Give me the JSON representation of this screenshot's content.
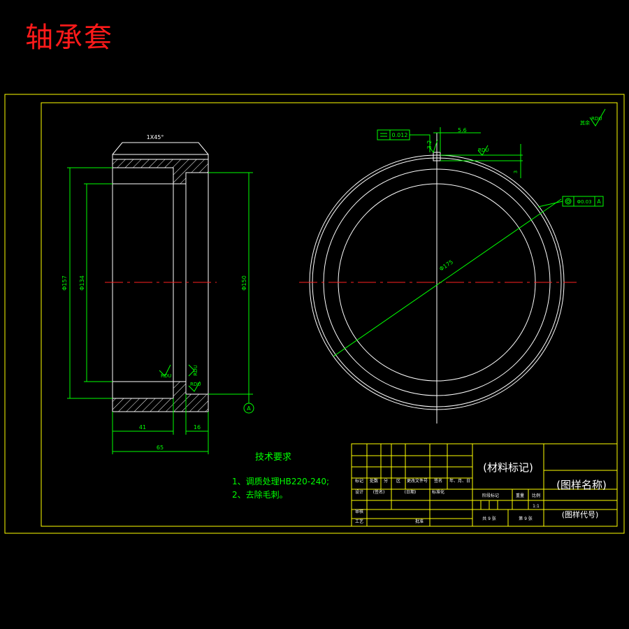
{
  "title": "轴承套",
  "colors": {
    "frame": "#ffff00",
    "outline": "#ffffff",
    "dimension": "#00ff00",
    "centerline": "#ff2020",
    "title": "#ff1a1a"
  },
  "section_view": {
    "chamfer": "1X45°",
    "dims": {
      "outer_dia": "Φ157",
      "inner_dia": "Φ134",
      "bore_dia": "Φ150",
      "length_41": "41",
      "length_16": "16",
      "length_65": "65"
    },
    "roughness": [
      "RDU",
      "RDU",
      "RDU"
    ],
    "datum": "A"
  },
  "circle_view": {
    "flatness": "0.012",
    "coaxiality": "Φ0.03",
    "datum": "A",
    "dims": {
      "dia": "Φ175",
      "slot_width": "5.6",
      "slot_depth": "3.2",
      "depth2": "3"
    },
    "roughness": [
      "RDU"
    ],
    "other_label": "其余",
    "other_roughness": "RDU"
  },
  "tech_requirements": {
    "heading": "技术要求",
    "items": [
      "1、调质处理HB220-240;",
      "2、去除毛刺。"
    ]
  },
  "title_block": {
    "material": "(材料标记)",
    "drawing_name": "(图样名称)",
    "drawing_code": "(图样代号)",
    "row_labels": [
      "标记",
      "处数",
      "分",
      "区",
      "更改文件号",
      "签名",
      "年、月、日"
    ],
    "design": "设计",
    "signature": "(签名)",
    "date": "(日期)",
    "standardization": "标准化",
    "stage_mark": "阶段标记",
    "weight": "重量",
    "scale": "比例",
    "scale_value": "1:1",
    "review": "审核",
    "process": "工艺",
    "approve": "批准",
    "sheets_total": "共 9 张",
    "sheet_no": "第 9 张"
  }
}
